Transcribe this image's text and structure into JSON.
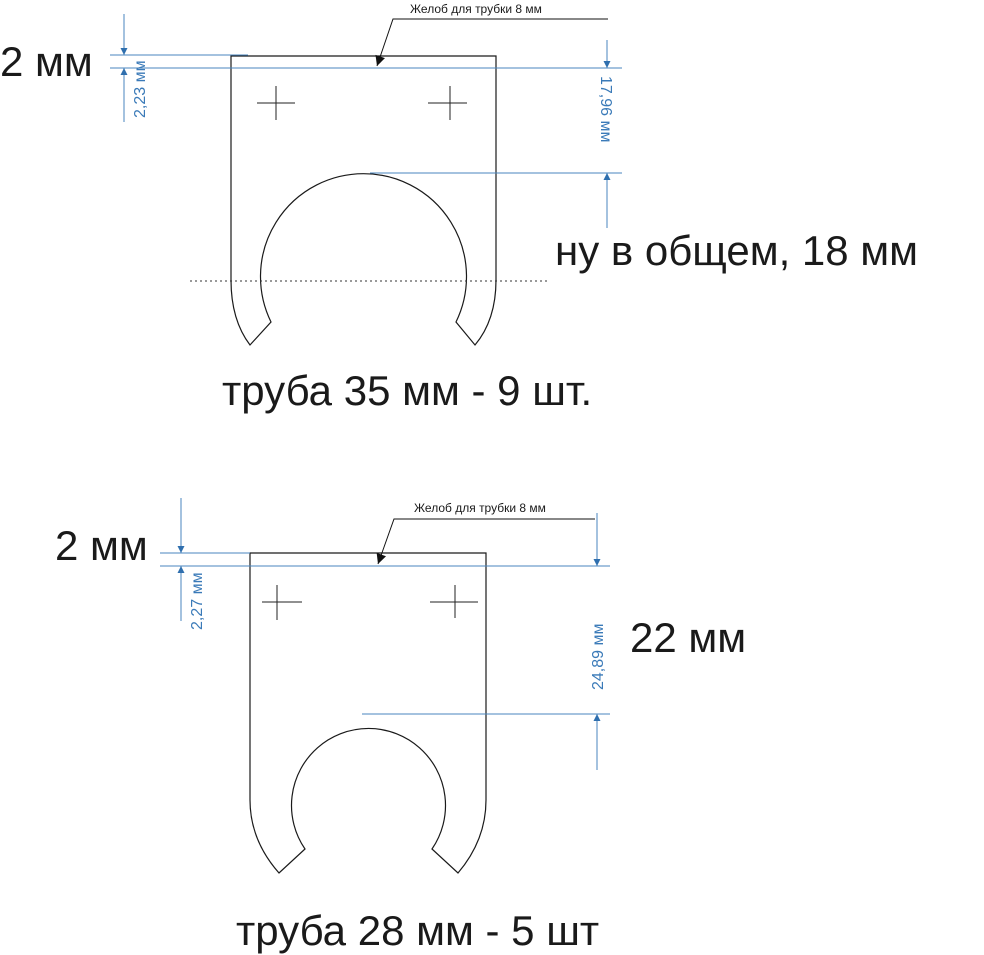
{
  "colors": {
    "dimension": "#3a7ab8",
    "outline": "#1a1a1a"
  },
  "part1": {
    "groove_label": "Желоб для трубки 8 мм",
    "dim_top": "2,23 мм",
    "dim_side": "17,96 мм",
    "note_top": "2 мм",
    "note_side": "ну в общем, 18 мм",
    "caption": "труба 35 мм - 9 шт."
  },
  "part2": {
    "groove_label": "Желоб для трубки 8 мм",
    "dim_top": "2,27 мм",
    "dim_side": "24,89 мм",
    "note_top": "2 мм",
    "note_side": "22 мм",
    "caption": "труба 28 мм - 5 шт"
  }
}
